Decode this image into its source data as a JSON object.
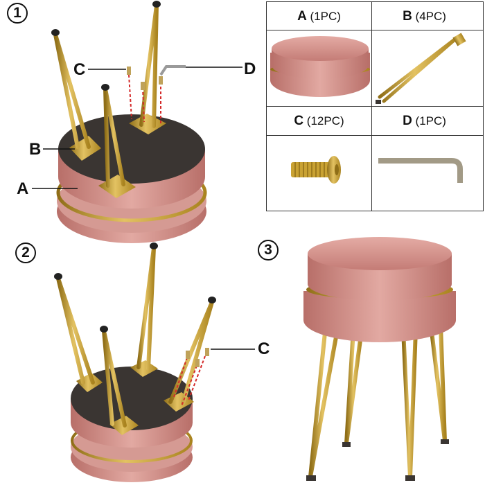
{
  "steps": [
    "1",
    "2",
    "3"
  ],
  "callouts": {
    "step1": {
      "c": "C",
      "d": "D",
      "b": "B",
      "a": "A"
    },
    "step2": {
      "c": "C"
    }
  },
  "parts": [
    {
      "letter": "A",
      "qty": "(1PC)"
    },
    {
      "letter": "B",
      "qty": "(4PC)"
    },
    {
      "letter": "C",
      "qty": "(12PC)"
    },
    {
      "letter": "D",
      "qty": "(1PC)"
    }
  ],
  "colors": {
    "velvet": "#d99a94",
    "velvet_dark": "#b9746f",
    "gold": "#c9a233",
    "gold_dark": "#8f6e17",
    "base_board": "#3a3532",
    "screw_line": "#d42a2a"
  }
}
